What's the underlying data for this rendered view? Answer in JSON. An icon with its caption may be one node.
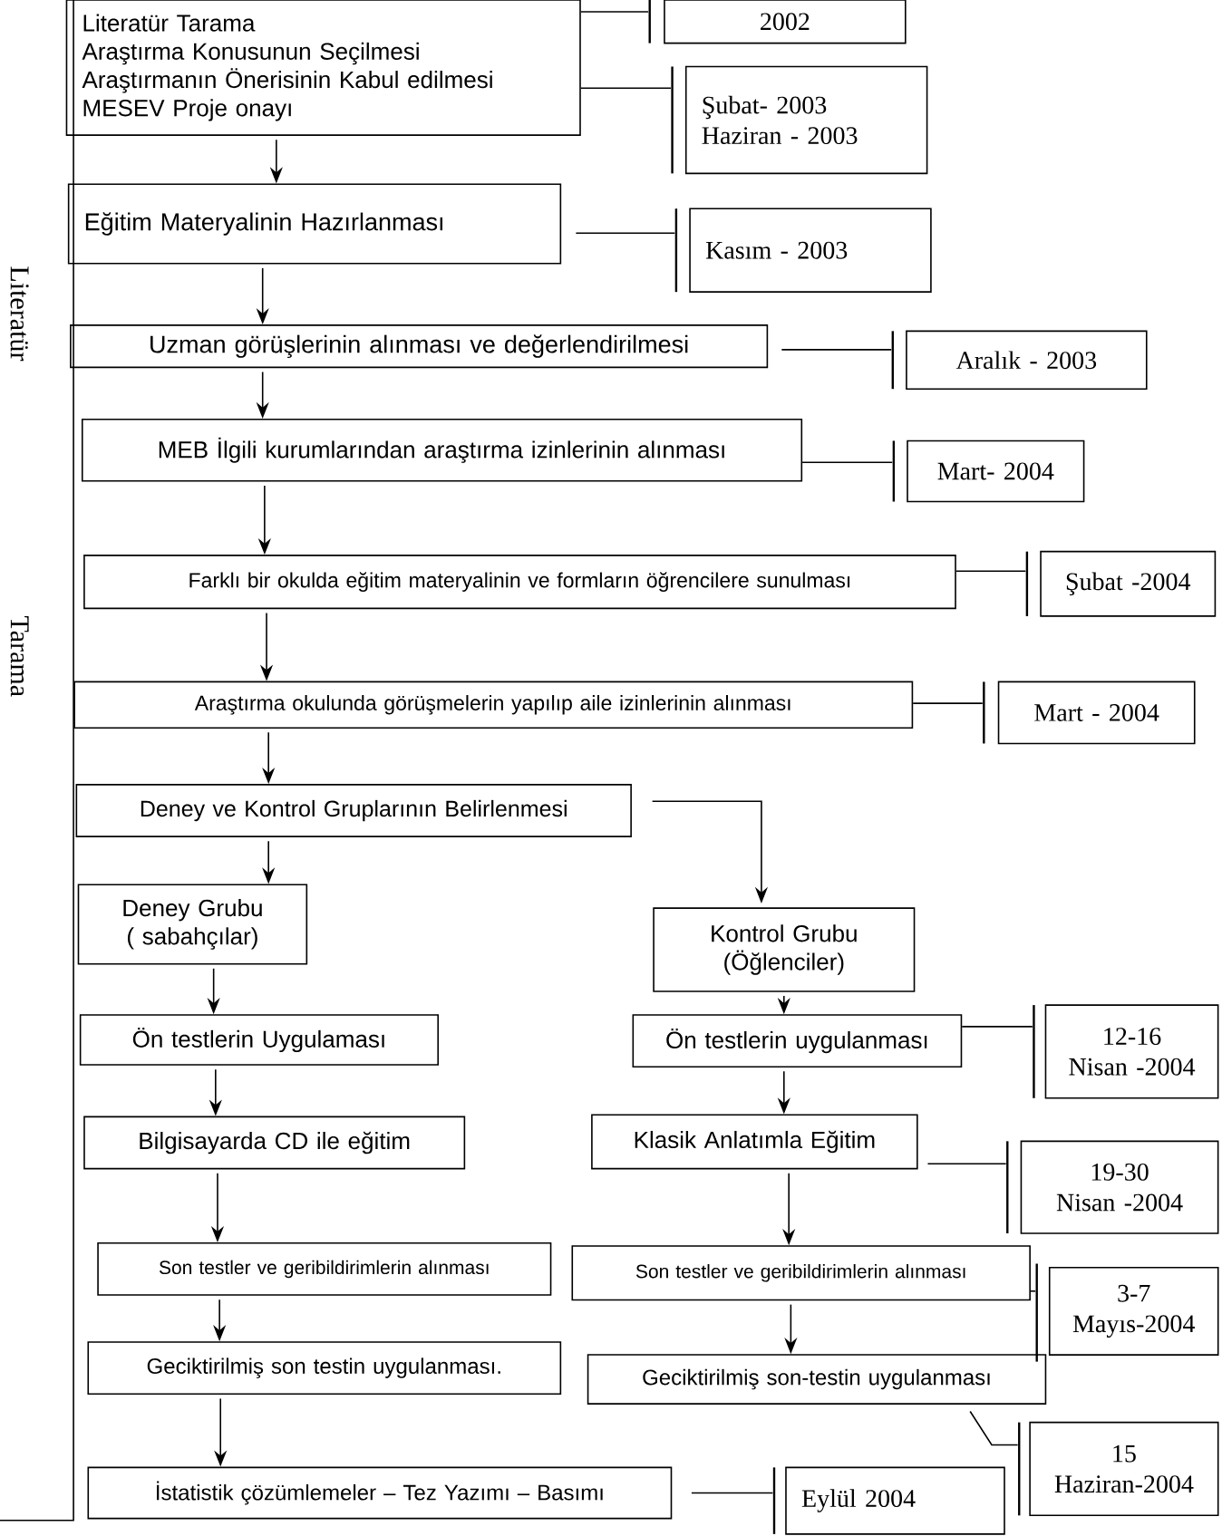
{
  "diagram": {
    "nodes": [
      {
        "text": [
          "Literatür Tarama",
          "Araştırma Konusunun Seçilmesi",
          "Araştırmanın Önerisinin Kabul edilmesi",
          "MESEV Proje onayı"
        ]
      },
      {
        "text": [
          "2002"
        ]
      },
      {
        "text": [
          "Şubat- 2003",
          "Haziran - 2003"
        ]
      },
      {
        "text": [
          "Eğitim Materyalinin Hazırlanması"
        ]
      },
      {
        "text": [
          "Kasım - 2003"
        ]
      },
      {
        "text": [
          "Uzman görüşlerinin alınması ve değerlendirilmesi"
        ]
      },
      {
        "text": [
          "Aralık - 2003"
        ]
      },
      {
        "text": [
          "MEB İlgili kurumlarından araştırma izinlerinin alınması"
        ]
      },
      {
        "text": [
          "Mart- 2004"
        ]
      },
      {
        "text": [
          "Farklı bir okulda eğitim materyalinin ve formların öğrencilere sunulması"
        ]
      },
      {
        "text": [
          "Şubat -2004"
        ]
      },
      {
        "text": [
          "Araştırma okulunda görüşmelerin yapılıp aile izinlerinin alınması"
        ]
      },
      {
        "text": [
          "Mart - 2004"
        ]
      },
      {
        "text": [
          "Deney ve Kontrol Gruplarının Belirlenmesi"
        ]
      },
      {
        "text": [
          "Deney Grubu ( sabahçılar)"
        ]
      },
      {
        "text": [
          "Kontrol Grubu (Öğlenciler)"
        ]
      },
      {
        "text": [
          "Ön testlerin Uygulaması"
        ]
      },
      {
        "text": [
          "Ön testlerin uygulanması"
        ]
      },
      {
        "text": [
          "12-16",
          "Nisan -2004"
        ]
      },
      {
        "text": [
          "Bilgisayarda CD ile eğitim"
        ]
      },
      {
        "text": [
          "Klasik Anlatımla Eğitim"
        ]
      },
      {
        "text": [
          "19-30",
          "Nisan -2004"
        ]
      },
      {
        "text": [
          "Son testler ve geribildirimlerin alınması"
        ]
      },
      {
        "text": [
          "Son testler ve geribildirimlerin alınması"
        ]
      },
      {
        "text": [
          "3-7",
          "Mayıs-2004"
        ]
      },
      {
        "text": [
          "Geciktirilmiş son testin uygulanması."
        ]
      },
      {
        "text": [
          "Geciktirilmiş son-testin uygulanması"
        ]
      },
      {
        "text": [
          "15",
          "Haziran-2004"
        ]
      },
      {
        "text": [
          "İstatistik çözümlemeler – Tez Yazımı – Basımı"
        ]
      },
      {
        "text": [
          "Eylül 2004"
        ]
      },
      {
        "text": [],
        "shape": "bar"
      },
      {
        "text": [],
        "shape": "bar"
      },
      {
        "text": [],
        "shape": "bar"
      },
      {
        "text": [],
        "shape": "bar"
      },
      {
        "text": [],
        "shape": "bar"
      },
      {
        "text": [],
        "shape": "bar"
      },
      {
        "text": [],
        "shape": "bar"
      },
      {
        "text": [],
        "shape": "bar"
      },
      {
        "text": [],
        "shape": "bar"
      },
      {
        "text": [],
        "shape": "bar"
      },
      {
        "text": [],
        "shape": "bar"
      },
      {
        "text": [],
        "shape": "bar"
      }
    ],
    "edges": [
      {
        "from": 0,
        "to": 3,
        "arrow": "to"
      },
      {
        "from": 3,
        "to": 5,
        "arrow": "to"
      },
      {
        "from": 5,
        "to": 7,
        "arrow": "to"
      },
      {
        "from": 7,
        "to": 9,
        "arrow": "to"
      },
      {
        "from": 9,
        "to": 11,
        "arrow": "to"
      },
      {
        "from": 11,
        "to": 13,
        "arrow": "to"
      },
      {
        "from": 13,
        "to": 14,
        "arrow": "to"
      },
      {
        "from": 13,
        "to": 15,
        "arrow": "to"
      },
      {
        "from": 14,
        "to": 16,
        "arrow": "to"
      },
      {
        "from": 15,
        "to": 17,
        "arrow": "to"
      },
      {
        "from": 16,
        "to": 19,
        "arrow": "to"
      },
      {
        "from": 17,
        "to": 20,
        "arrow": "to"
      },
      {
        "from": 19,
        "to": 22,
        "arrow": "to"
      },
      {
        "from": 20,
        "to": 23,
        "arrow": "to"
      },
      {
        "from": 22,
        "to": 25,
        "arrow": "to"
      },
      {
        "from": 23,
        "to": 26,
        "arrow": "to"
      },
      {
        "from": 25,
        "to": 28,
        "arrow": "to"
      },
      {
        "from": 0,
        "to": 30,
        "arrow": "none"
      },
      {
        "from": 0,
        "to": 31,
        "arrow": "none"
      },
      {
        "from": 3,
        "to": 32,
        "arrow": "none"
      },
      {
        "from": 5,
        "to": 33,
        "arrow": "none"
      },
      {
        "from": 7,
        "to": 34,
        "arrow": "none"
      },
      {
        "from": 9,
        "to": 35,
        "arrow": "none"
      },
      {
        "from": 11,
        "to": 36,
        "arrow": "none"
      },
      {
        "from": 17,
        "to": 37,
        "arrow": "none"
      },
      {
        "from": 20,
        "to": 38,
        "arrow": "none"
      },
      {
        "from": 23,
        "to": 39,
        "arrow": "none"
      },
      {
        "from": 26,
        "to": 40,
        "arrow": "none"
      },
      {
        "from": 28,
        "to": 41,
        "arrow": "none"
      }
    ],
    "labels": [
      "Literatür",
      "Tarama"
    ]
  }
}
